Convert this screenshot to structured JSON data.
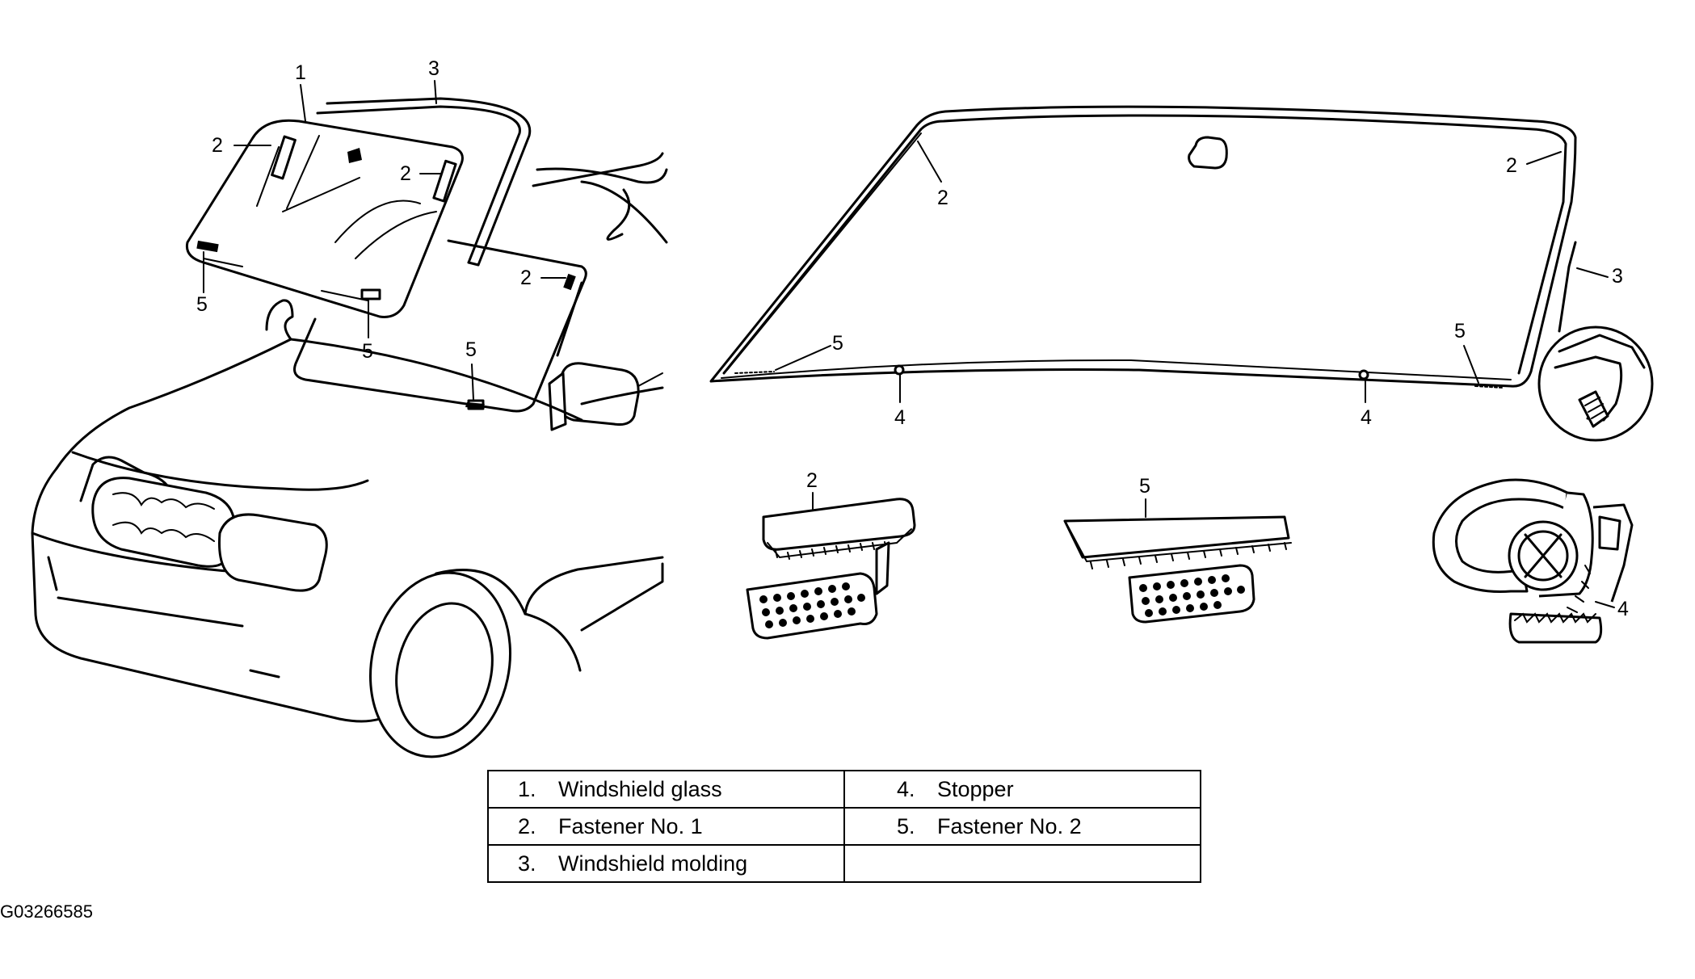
{
  "callouts": {
    "c1": "1",
    "c2": "2",
    "c3": "3",
    "c4": "4",
    "c5": "5"
  },
  "legend": {
    "rows": [
      {
        "left_num": "1.",
        "left_label": "Windshield glass",
        "right_num": "4.",
        "right_label": "Stopper"
      },
      {
        "left_num": "2.",
        "left_label": "Fastener No. 1",
        "right_num": "5.",
        "right_label": "Fastener No. 2"
      },
      {
        "left_num": "3.",
        "left_label": "Windshield molding",
        "right_num": "",
        "right_label": ""
      }
    ]
  },
  "document_id": "G03266585"
}
